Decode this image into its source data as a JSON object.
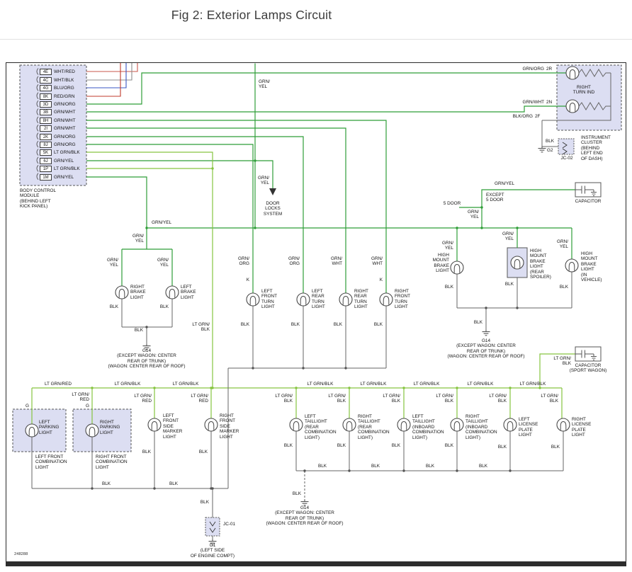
{
  "title": "Fig 2: Exterior Lamps Circuit",
  "diagram_id": "248288",
  "bcm": {
    "pins": [
      {
        "pin": "4E",
        "wire": "WHT/RED"
      },
      {
        "pin": "4C",
        "wire": "WHT/BLK"
      },
      {
        "pin": "4G",
        "wire": "BLU/ORG"
      },
      {
        "pin": "8K",
        "wire": "RED/GRN"
      },
      {
        "pin": "3D",
        "wire": "GRN/ORG"
      },
      {
        "pin": "3B",
        "wire": "GRN/WHT"
      },
      {
        "pin": "8H",
        "wire": "GRN/WHT"
      },
      {
        "pin": "2I",
        "wire": "GRN/WHT"
      },
      {
        "pin": "2K",
        "wire": "GRN/ORG"
      },
      {
        "pin": "8J",
        "wire": "GRN/ORG"
      },
      {
        "pin": "5K",
        "wire": "LT GRN/BLK"
      },
      {
        "pin": "6J",
        "wire": "GRN/YEL"
      },
      {
        "pin": "1P",
        "wire": "LT GRN/BLK"
      },
      {
        "pin": "1M",
        "wire": "GRN/YEL"
      }
    ],
    "caption": "BODY CONTROL\nMODULE\n(BEHIND LEFT\nKICK PANEL)"
  },
  "cluster": {
    "pin_top": {
      "wire": "GRN/ORG",
      "pin": "2R"
    },
    "pin_mid": {
      "wire": "GRN/WHT",
      "pin": "2N"
    },
    "pin_bot": {
      "wire": "BLK/ORG",
      "pin": "2F"
    },
    "lamp_label": "RIGHT\nTURN IND",
    "blk": "BLK",
    "g2": "G2",
    "jc02": "JC-02",
    "caption": "INSTRUMENT\nCLUSTER\n(BEHIND\nLEFT END\nOF DASH)"
  },
  "door_locks": {
    "top_wire": "GRN/\nYEL",
    "wire": "GRN/\nYEL",
    "caption": "DOOR\nLOCKS\nSYSTEM"
  },
  "grn_yel_bus": {
    "label": "GRN/YEL",
    "stub": "GRN/\nYEL"
  },
  "capacitor_top": {
    "wire": "GRN/YEL",
    "except": "EXCEPT\n5 DOOR",
    "five_door": "5 DOOR",
    "wire_v1": "GRN/\nYEL",
    "caption": "CAPACITOR"
  },
  "capacitor_wagon": {
    "wire": "LT GRN/\nBLK",
    "caption": "CAPACITOR\n(SPORT WAGON)"
  },
  "brake": {
    "right": {
      "wire": "GRN/\nYEL",
      "name": "RIGHT\nBRAKE\nLIGHT",
      "blk": "BLK"
    },
    "left": {
      "wire": "GRN/\nYEL",
      "name": "LEFT\nBRAKE\nLIGHT",
      "blk": "BLK"
    },
    "bus_blk": "BLK",
    "ground": "G14\n(EXCEPT WAGON: CENTER\nREAR OF TRUNK)\n(WAGON: CENTER REAR OF ROOF)"
  },
  "turn": {
    "items": [
      {
        "wire": "GRN/\nORG",
        "k": "K",
        "name": "LEFT\nFRONT\nTURN\nLIGHT",
        "blk": "BLK"
      },
      {
        "wire": "GRN/\nORG",
        "name": "LEFT\nREAR\nTURN\nLIGHT",
        "blk": "BLK"
      },
      {
        "wire": "GRN/\nWHT",
        "name": "RIGHT\nREAR\nTURN\nLIGHT",
        "blk": "BLK"
      },
      {
        "wire": "GRN/\nWHT",
        "k": "K",
        "name": "RIGHT\nFRONT\nTURN\nLIGHT",
        "blk": "BLK"
      }
    ],
    "feed_label": "LT GRN/\nBLK"
  },
  "high_mount": {
    "left": {
      "wire": "GRN/\nYEL",
      "name": "HIGH\nMOUNT\nBRAKE\nLIGHT",
      "blk": "BLK"
    },
    "spoiler": {
      "wire": "GRN/\nYEL",
      "name": "HIGH\nMOUNT\nBRAKE\nLIGHT\n(REAR\nSPOILER)",
      "blk": "BLK"
    },
    "vehicle": {
      "wire": "GRN/\nYEL",
      "name": "HIGH\nMOUNT\nBRAKE\nLIGHT\n(IN\nVEHICLE)",
      "blk": "BLK"
    },
    "bus_blk": "BLK",
    "ground": "G14\n(EXCEPT WAGON: CENTER\nREAR OF TRUNK)\n(WAGON: CENTER REAR OF ROOF)"
  },
  "feed_bus": {
    "labels": [
      "LT GRN/RED",
      "LT GRN/BLK",
      "LT GRN/BLK",
      "LT GRN/BLK",
      "LT GRN/BLK",
      "LT GRN/BLK",
      "LT GRN/BLK",
      "LT GRN/BLK"
    ]
  },
  "bottom": {
    "parking_left": {
      "g": "G",
      "name": "LEFT\nPARKING\nLIGHT",
      "caption": "LEFT FRONT\nCOMBINATION\nLIGHT"
    },
    "parking_right": {
      "g": "G",
      "wire": "LT GRN/\nRED",
      "name": "RIGHT\nPARKING\nLIGHT",
      "caption": "RIGHT FRONT\nCOMBINATION\nLIGHT"
    },
    "marker_left": {
      "wire": "LT GRN/\nRED",
      "name": "LEFT\nFRONT\nSIDE\nMARKER\nLIGHT",
      "blk": "BLK"
    },
    "marker_right": {
      "wire": "LT GRN/\nRED",
      "name": "RIGHT\nFRONT\nSIDE\nMARKER\nLIGHT",
      "blk": "BLK"
    },
    "tail_items": [
      {
        "wire": "LT GRN/\nBLK",
        "name": "LEFT\nTAILLIGHT\n(REAR\nCOMBINATION\nLIGHT)",
        "blk": "BLK"
      },
      {
        "wire": "LT GRN/\nBLK",
        "name": "RIGHT\nTAILLIGHT\n(REAR\nCOMBINATION\nLIGHT)",
        "blk": "BLK"
      },
      {
        "wire": "LT GRN/\nBLK",
        "name": "LEFT\nTAILLIGHT\n(INBOARD\nCOMBINATION\nLIGHT)",
        "blk": "BLK"
      },
      {
        "wire": "LT GRN/\nBLK",
        "name": "RIGHT\nTAILLIGHT\n(INBOARD\nCOMBINATION\nLIGHT)",
        "blk": "BLK"
      },
      {
        "wire": "LT GRN/\nBLK",
        "name": "LEFT\nLICENSE\nPLATE\nLIGHT",
        "blk": "BLK"
      },
      {
        "wire": "LT GRN/\nBLK",
        "name": "RIGHT\nLICENSE\nPLATE\nLIGHT",
        "blk": "BLK"
      }
    ],
    "left_gnd_blks": [
      "BLK",
      "BLK"
    ],
    "right_gnd_blks": [
      "BLK",
      "BLK",
      "BLK",
      "BLK"
    ],
    "jc01_blk": "BLK",
    "jc01": "JC-01",
    "g1": "G1\n(LEFT SIDE\nOF ENGINE COMPT)",
    "g14_blk": "BLK",
    "g14": "G14\n(EXCEPT WAGON: CENTER\nREAR OF TRUNK)\n(WAGON: CENTER REAR OF ROOF)"
  }
}
